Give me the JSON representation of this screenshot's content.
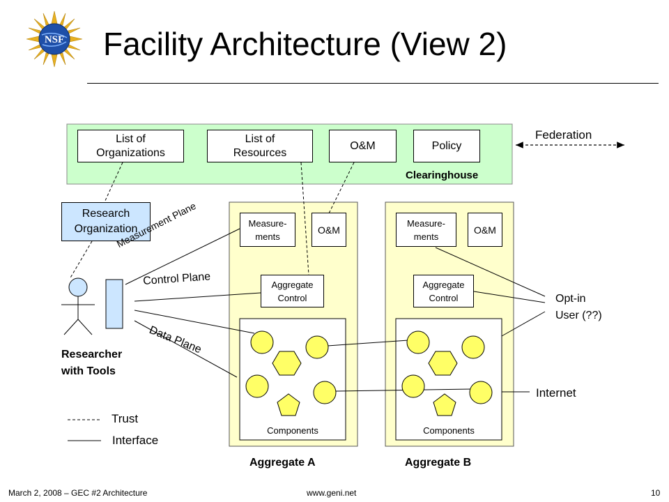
{
  "slide": {
    "title": "Facility Architecture (View 2)",
    "logo_text": "NSF",
    "footer_left": "March 2, 2008 – GEC #2 Architecture",
    "footer_center": "www.geni.net",
    "page_number": "10"
  },
  "colors": {
    "clearinghouse_fill": "#ccffcc",
    "aggregate_fill": "#ffffcc",
    "research_org_fill": "#cce6ff",
    "component_fill": "#ffff66",
    "researcher_head_fill": "#cce6ff"
  },
  "clearinghouse": {
    "label": "Clearinghouse",
    "boxes": {
      "organizations": [
        "List of",
        "Organizations"
      ],
      "resources": [
        "List of",
        "Resources"
      ],
      "om": "O&M",
      "policy": "Policy"
    }
  },
  "federation": "Federation",
  "research_org": [
    "Research",
    "Organization"
  ],
  "researcher": [
    "Researcher",
    "with Tools"
  ],
  "planes": {
    "measurement": "Measurement Plane",
    "control": "Control Plane",
    "data": "Data Plane"
  },
  "aggregates": [
    {
      "label": "Aggregate A",
      "measurements": [
        "Measure-",
        "ments"
      ],
      "om": "O&M",
      "control": [
        "Aggregate",
        "Control"
      ],
      "components": "Components"
    },
    {
      "label": "Aggregate B",
      "measurements": [
        "Measure-",
        "ments"
      ],
      "om": "O&M",
      "control": [
        "Aggregate",
        "Control"
      ],
      "components": "Components"
    }
  ],
  "optin": [
    "Opt-in",
    "User (??)"
  ],
  "internet": "Internet",
  "legend": {
    "trust": "Trust",
    "interface": "Interface"
  }
}
